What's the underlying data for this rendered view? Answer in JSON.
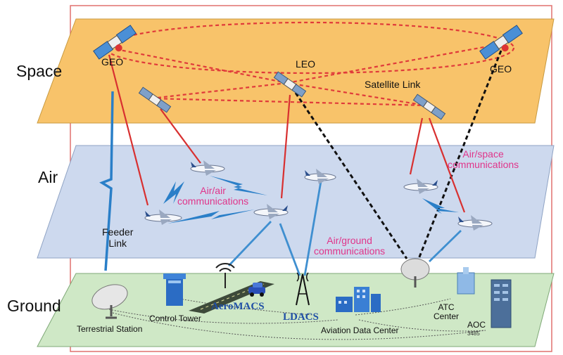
{
  "layers": {
    "space": "Space",
    "air": "Air",
    "ground": "Ground"
  },
  "space": {
    "geo_left": "GEO",
    "geo_right": "GEO",
    "leo": "LEO",
    "satellite_link": "Satellite Link"
  },
  "air": {
    "air_air": "Air/air\ncommunications",
    "air_space": "Air/space\ncommunications",
    "air_ground": "Air/ground\ncommunications",
    "feeder_link": "Feeder\nLink"
  },
  "ground": {
    "terrestrial_station": "Terrestrial Station",
    "control_tower": "Control Tower",
    "aeromacs": "AeroMACS",
    "ldacs": "LDACS",
    "aviation_data_center": "Aviation Data Center",
    "atc_center": "ATC\nCenter",
    "aoc": "AOC",
    "aoc_sub": "3485"
  },
  "colors": {
    "space_plane": "#f8c36a",
    "air_plane": "#cdd9ee",
    "ground_plane": "#cfe8c6",
    "satellite_link": "#e03a3a",
    "air_ground_link": "#3f8fd0",
    "feeder_link": "#2a7fc8",
    "magenta_text": "#e0358a",
    "blue_text": "#1f4fa6",
    "frame": "#e1706f"
  }
}
